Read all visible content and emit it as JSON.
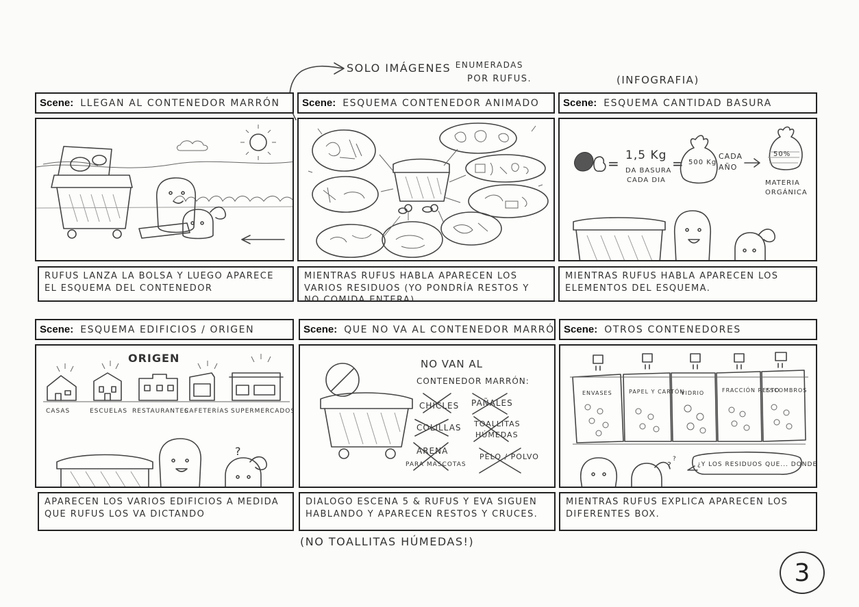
{
  "page": {
    "page_number": "3"
  },
  "notes": {
    "top_arrow_note_line1": "SOLO IMÁGENES",
    "top_arrow_note_word2": "ENUMERADAS",
    "top_arrow_note_line2": "POR RUFUS.",
    "infografia": "(INFOGRAFIA)",
    "bottom_note": "(NO TOALLITAS HÚMEDAS!)"
  },
  "scene_label": "Scene:",
  "scenes": [
    {
      "title": "LLEGAN AL CONTENEDOR MARRÓN",
      "caption": "RUFUS LANZA LA BOLSA Y LUEGO APARECE EL ESQUEMA DEL CONTENEDOR"
    },
    {
      "title": "ESQUEMA CONTENEDOR ANIMADO",
      "caption": "MIENTRAS RUFUS HABLA APARECEN LOS VARIOS RESIDUOS (YO PONDRÍA RESTOS Y NO COMIDA ENTERA)"
    },
    {
      "title": "ESQUEMA CANTIDAD BASURA",
      "caption": "MIENTRAS RUFUS HABLA APARECEN LOS ELEMENTOS DEL ESQUEMA."
    },
    {
      "title": "ESQUEMA EDIFICIOS / ORIGEN",
      "caption": "APARECEN LOS VARIOS EDIFICIOS A MEDIDA QUE RUFUS LOS VA DICTANDO"
    },
    {
      "title": "QUE NO VA AL CONTENEDOR MARRÓN",
      "caption": "DIALOGO ESCENA 5 & RUFUS Y EVA SIGUEN HABLANDO Y APARECEN RESTOS Y CRUCES."
    },
    {
      "title": "OTROS CONTENEDORES",
      "caption": "MIENTRAS RUFUS EXPLICA APARECEN LOS DIFERENTES BOX."
    }
  ],
  "scene3_infographic": {
    "amount": "1,5 Kg",
    "amount_sub1": "DA BASURA",
    "amount_sub2": "CADA DIA",
    "bag_value": "500 Kg",
    "per_year1": "CADA",
    "per_year2": "AÑO",
    "percent": "50%",
    "organic1": "MATERIA",
    "organic2": "ORGÁNICA"
  },
  "scene4_buildings": {
    "header": "ORIGEN",
    "labels": [
      "CASAS",
      "ESCUELAS",
      "RESTAURANTES",
      "CAFETERÍAS",
      "SUPERMERCADOS"
    ]
  },
  "scene5_list": {
    "heading1": "NO VAN AL",
    "heading2": "CONTENEDOR MARRÓN:",
    "items": [
      "CHICLES",
      "PAÑALES",
      "COLILLAS",
      "TOALLITAS",
      "HÚMEDAS",
      "ARENA",
      "PARA MASCOTAS",
      "PELO / POLVO"
    ]
  },
  "scene6_bins": {
    "labels": [
      "ENVASES",
      "PAPEL Y CARTÓN",
      "VIDRIO",
      "FRACCIÓN RESTO",
      "ESCOMBROS"
    ],
    "speech": "¿Y LOS RESIDUOS QUE... DONDE VAN?"
  }
}
